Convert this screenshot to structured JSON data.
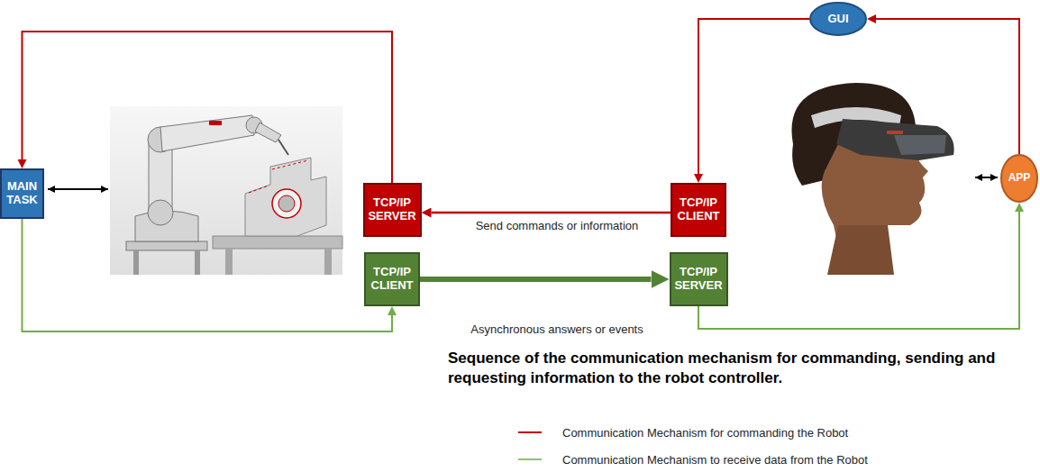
{
  "diagram": {
    "caption": "Sequence of the communication mechanism for commanding, sending and requesting information to the robot controller.",
    "nodes": [
      {
        "text": [
          "GUI"
        ]
      },
      {
        "text": [
          "MAIN TASK"
        ]
      },
      {
        "text": [
          "TCP/IP SERVER"
        ]
      },
      {
        "text": [
          "TCP/IP CLIENT"
        ]
      },
      {
        "text": [
          "APP"
        ]
      },
      {
        "text": [
          "TCP/IP CLIENT"
        ]
      },
      {
        "text": [
          "TCP/IP SERVER"
        ]
      }
    ],
    "edges": [
      {
        "from": 4,
        "to": 0,
        "arrow": "to"
      },
      {
        "from": 0,
        "to": 3,
        "arrow": "to"
      },
      {
        "from": 3,
        "to": 2,
        "arrow": "to",
        "label": "Send commands or information"
      },
      {
        "from": 2,
        "to": 1,
        "arrow": "to"
      },
      {
        "from": 1,
        "to": 5,
        "arrow": "to"
      },
      {
        "from": 5,
        "to": 6,
        "arrow": "to",
        "label": "Asynchronous answers or events"
      },
      {
        "from": 6,
        "to": 4,
        "arrow": "to"
      }
    ],
    "legend": [
      {
        "text": "Communication Mechanism for commanding the Robot"
      },
      {
        "text": "Communication Mechanism to receive data from the Robot"
      }
    ]
  }
}
